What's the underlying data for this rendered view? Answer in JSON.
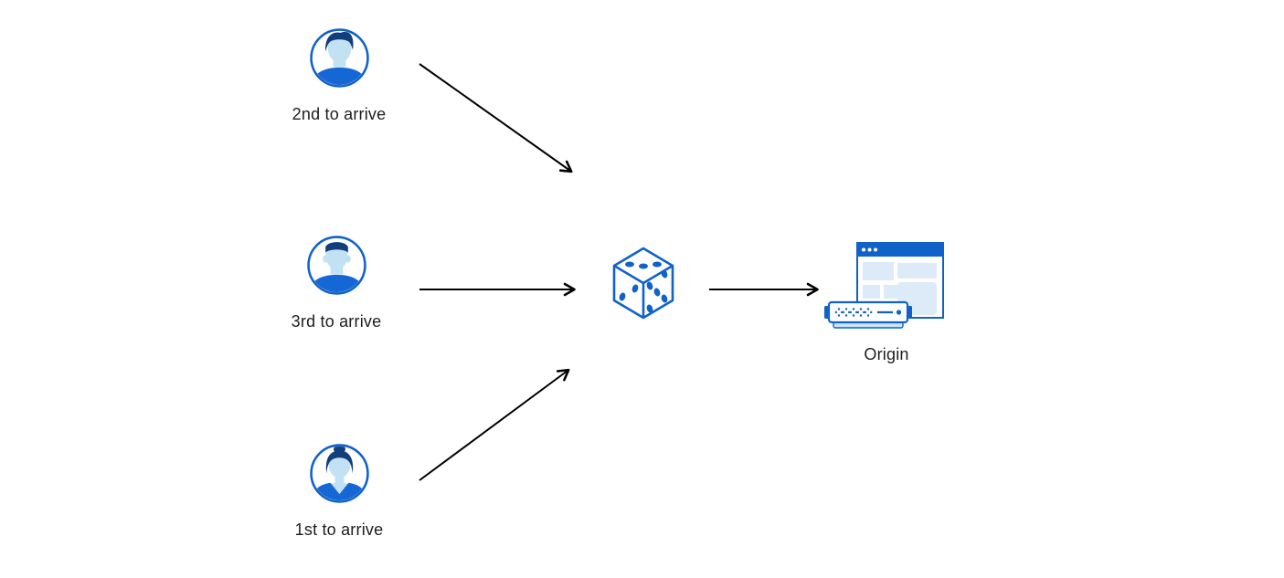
{
  "diagram": {
    "description": "Three visitors arrive in different order; a random selection (dice) forwards one request to the Origin server",
    "background": "#ffffff"
  },
  "palette": {
    "primary_blue": "#1062C9",
    "shirt_blue": "#1667D6",
    "hair_navy": "#123E7C",
    "face_light_blue": "#C2E2F4",
    "panel_light_blue": "#DCEBF7",
    "server_base_blue": "#C9E4F7",
    "arrow_black": "#000000",
    "text_color": "#1d1d1f"
  },
  "nodes": {
    "user_second": {
      "label": "2nd to arrive",
      "icon": "male-avatar-icon"
    },
    "user_third": {
      "label": "3rd to arrive",
      "icon": "male-avatar-icon"
    },
    "user_first": {
      "label": "1st to arrive",
      "icon": "female-avatar-icon"
    },
    "randomizer": {
      "icon": "dice-icon"
    },
    "origin": {
      "label": "Origin",
      "icon": "origin-server-browser-icon"
    }
  },
  "edges": [
    {
      "from": "user_second",
      "to": "randomizer"
    },
    {
      "from": "user_third",
      "to": "randomizer"
    },
    {
      "from": "user_first",
      "to": "randomizer"
    },
    {
      "from": "randomizer",
      "to": "origin"
    }
  ]
}
